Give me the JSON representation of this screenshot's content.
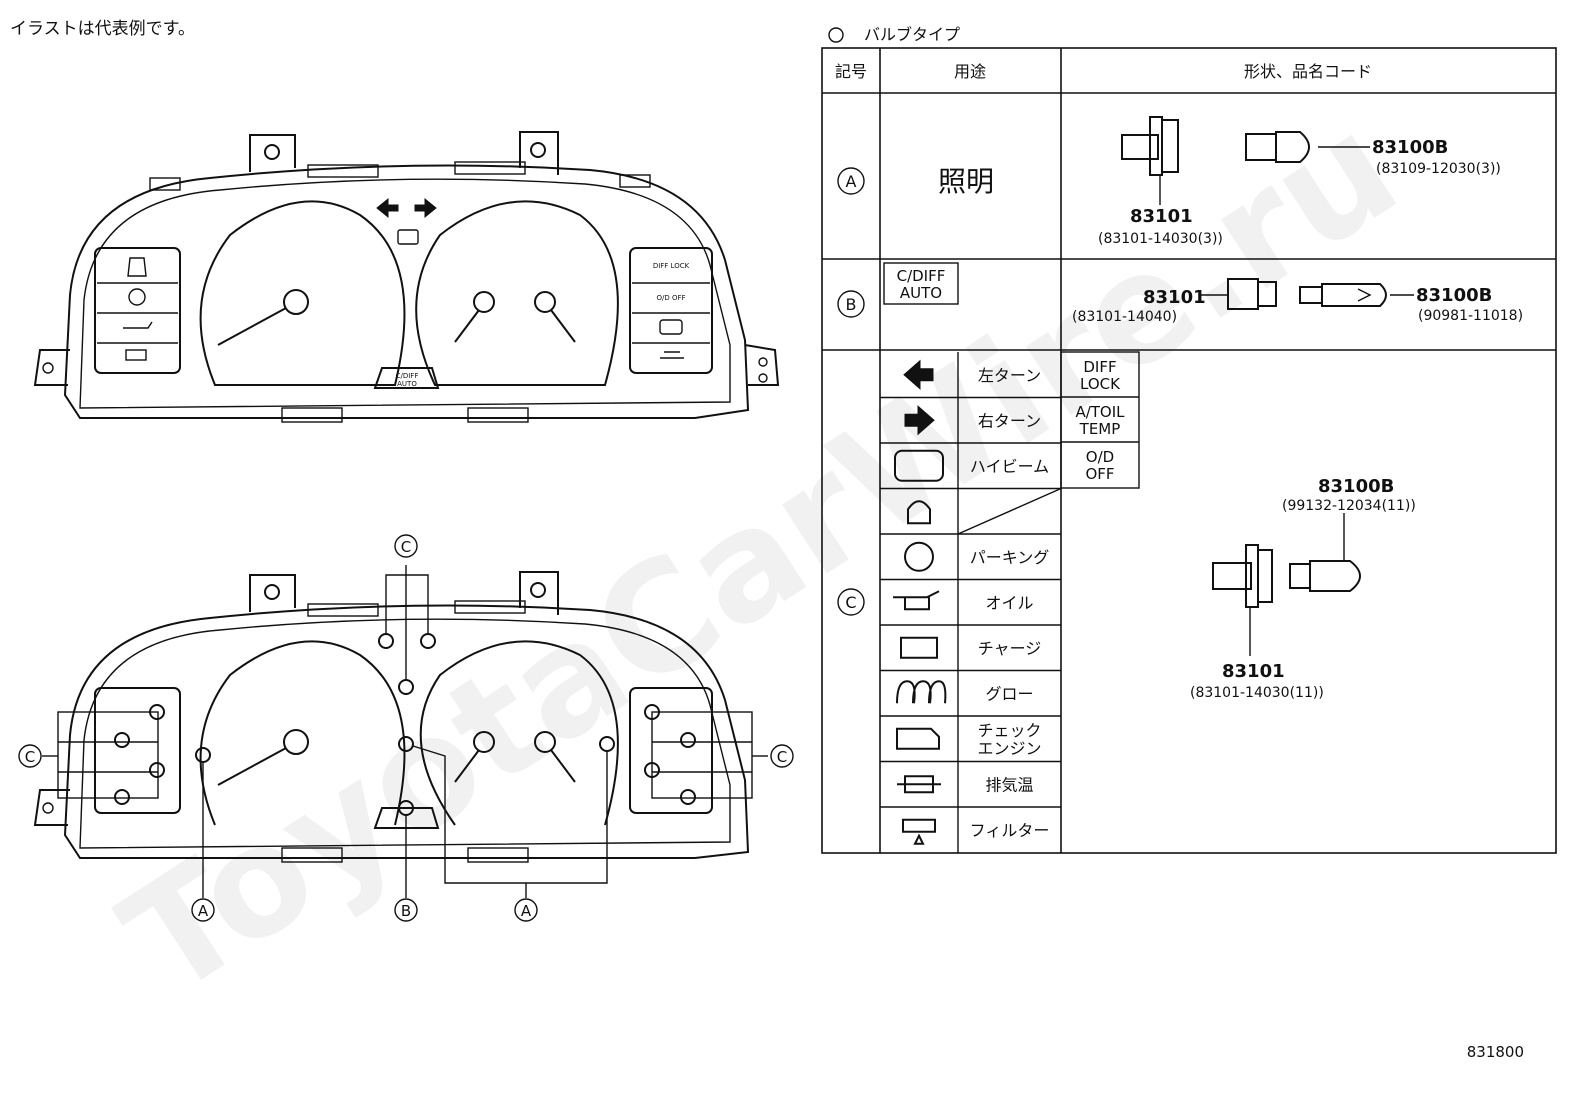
{
  "header": {
    "note": "イラストは代表例です。"
  },
  "watermark": "ToyotaCarWire.ru",
  "diagram_code": "831800",
  "callout_letters": {
    "a": "A",
    "b": "B",
    "c": "C"
  },
  "cluster_top": {
    "cdiff_button_l1": "C/DIFF",
    "cdiff_button_l2": "AUTO",
    "right_panel": [
      "DIFF LOCK",
      "O/D OFF"
    ]
  },
  "table": {
    "title": "バルブタイプ",
    "headers": {
      "symbol": "記号",
      "use": "用途",
      "shape": "形状、品名コード"
    },
    "row_a": {
      "symbol": "A",
      "use": "照明",
      "socket_code": "83101",
      "socket_part": "(83101-14030(3))",
      "bulb_code": "83100B",
      "bulb_part": "(83109-12030(3))"
    },
    "row_b": {
      "symbol": "B",
      "use_l1": "C/DIFF",
      "use_l2": "AUTO",
      "socket_code": "83101",
      "socket_part": "(83101-14040)",
      "bulb_code": "83100B",
      "bulb_part": "(90981-11018)"
    },
    "row_c": {
      "symbol": "C",
      "items": [
        {
          "icon": "left-turn-arrow",
          "label": "左ターン"
        },
        {
          "icon": "right-turn-arrow",
          "label": "右ターン"
        },
        {
          "icon": "high-beam",
          "label": "ハイビーム"
        },
        {
          "icon": "seatbelt-warning",
          "label": ""
        },
        {
          "icon": "parking-brake",
          "label": "パーキング"
        },
        {
          "icon": "oil-pressure",
          "label": "オイル"
        },
        {
          "icon": "charge-battery",
          "label": "チャージ"
        },
        {
          "icon": "glow-plug",
          "label": "グロー"
        },
        {
          "icon": "check-engine",
          "label": "チェック\nエンジン"
        },
        {
          "icon": "exhaust-temperature",
          "label": "排気温"
        },
        {
          "icon": "fuel-filter",
          "label": "フィルター"
        }
      ],
      "text_lamps": [
        {
          "l1": "DIFF",
          "l2": "LOCK"
        },
        {
          "l1": "A/TOIL",
          "l2": "TEMP"
        },
        {
          "l1": "O/D",
          "l2": "OFF"
        }
      ],
      "bulb_code": "83100B",
      "bulb_part": "(99132-12034(11))",
      "socket_code": "83101",
      "socket_part": "(83101-14030(11))"
    }
  }
}
